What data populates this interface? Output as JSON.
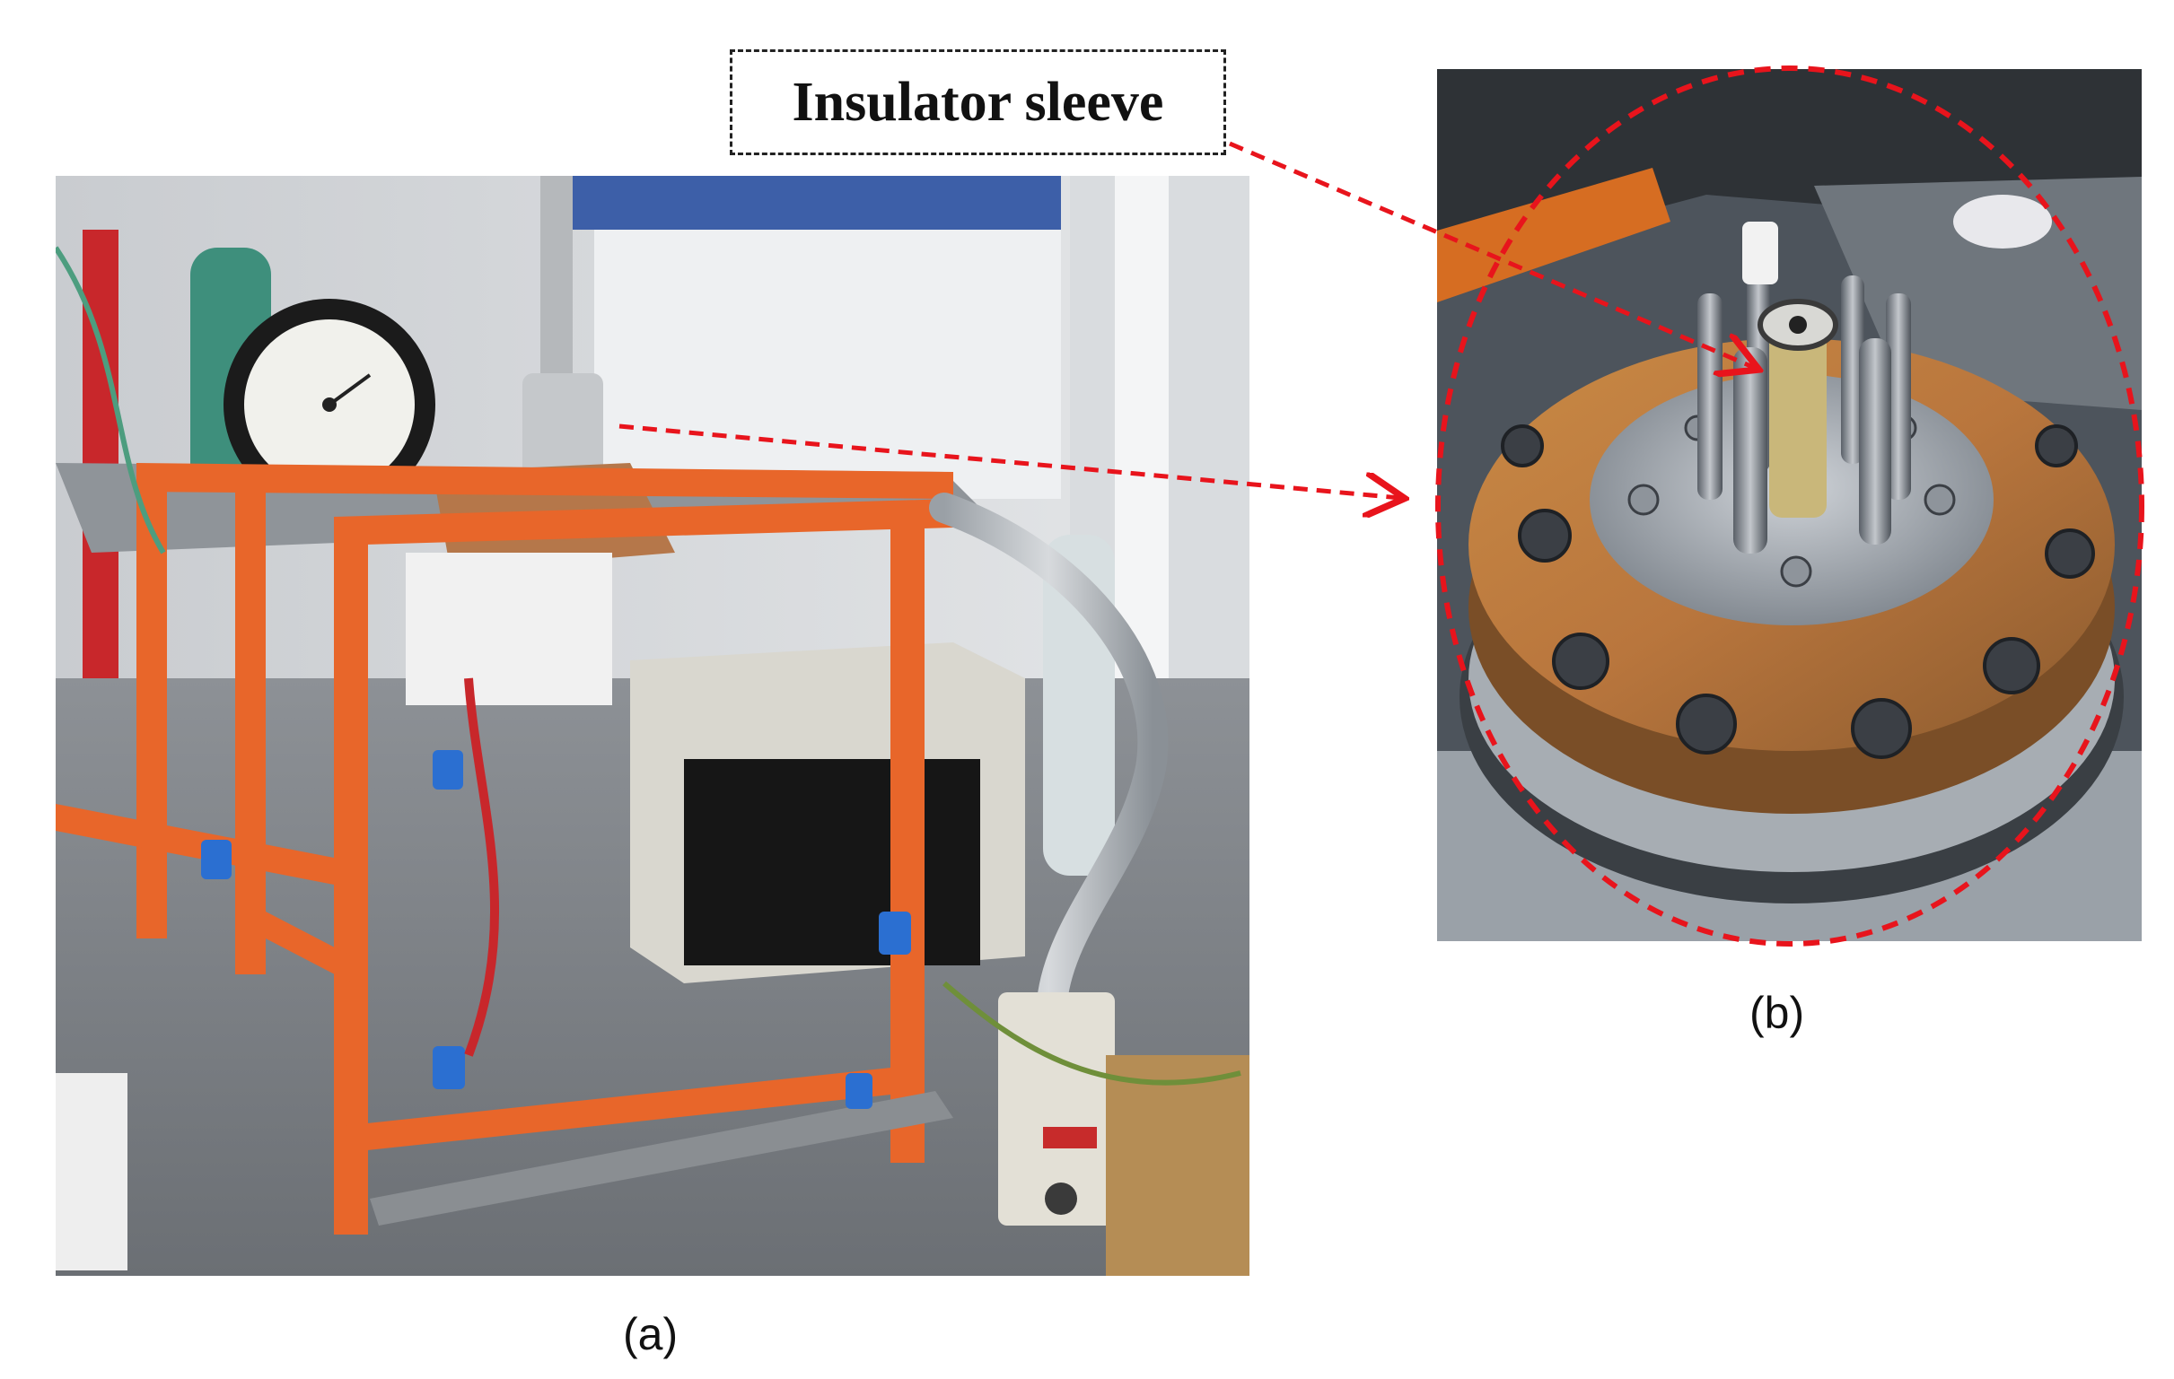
{
  "callout": {
    "label": "Insulator sleeve"
  },
  "panels": [
    {
      "caption": "(a)"
    },
    {
      "caption": "(b)"
    }
  ],
  "colors": {
    "annotation": "#e8141c",
    "frame": "#e8662a",
    "copper": "#b9763d"
  }
}
